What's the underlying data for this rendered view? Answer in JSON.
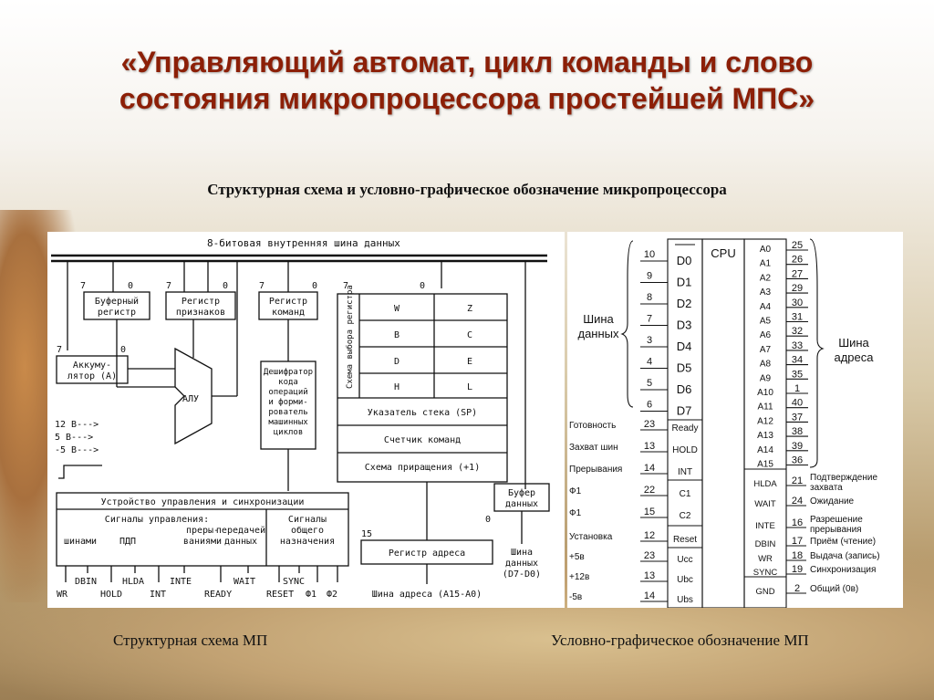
{
  "title": "«Управляющий автомат, цикл команды и слово состояния микропроцессора простейшей МПС»",
  "subtitle": "Структурная схема  и условно-графическое обозначение микропроцессора",
  "captions": {
    "left": "Структурная схема МП",
    "right": "Условно-графическое обозначение МП"
  },
  "left_diagram": {
    "bus_label": "8-битовая внутренняя шина данных",
    "buffer_register": [
      "Буферный",
      "регистр"
    ],
    "flags_register": [
      "Регистр",
      "признаков"
    ],
    "command_register": [
      "Регистр",
      "команд"
    ],
    "accumulator": [
      "Аккуму-",
      "лятор (А)"
    ],
    "alu": "АЛУ",
    "decoder": [
      "Дешифратор",
      "кода",
      "операций",
      "и форми-",
      "рователь",
      "машинных",
      "циклов"
    ],
    "register_select": "Схема выбора регистра",
    "regs": [
      [
        "W",
        "Z"
      ],
      [
        "B",
        "C"
      ],
      [
        "D",
        "E"
      ],
      [
        "H",
        "L"
      ]
    ],
    "stack_pointer": "Указатель стека (SP)",
    "program_counter": "Счетчик команд",
    "increment": "Схема приращения (+1)",
    "power": [
      "12 B--->",
      "5 B--->",
      "-5 B--->"
    ],
    "control_unit": "Устройство управления и синхронизации",
    "signals_control": "Сигналы управления:",
    "signals_common": [
      "Сигналы",
      "общего",
      "назначения"
    ],
    "col_buses": "шинами",
    "col_pdp": "ПДП",
    "col_interrupts": [
      "преры-",
      "ваниями"
    ],
    "col_transfer": [
      "передачей",
      "данных"
    ],
    "data_buffer": [
      "Буфер",
      "данных"
    ],
    "address_register": "Регистр адреса",
    "address_bus": "Шина адреса (А15-А0)",
    "data_bus": [
      "Шина",
      "данных",
      "(D7-D0)"
    ],
    "signals_row1": [
      "WR",
      "HOLD",
      "INT",
      "READY",
      "RESET",
      "Ф1",
      "Ф2"
    ],
    "signals_row2": [
      "DBIN",
      "HLDA",
      "INTE",
      "WAIT",
      "SYNC"
    ],
    "bit7": "7",
    "bit0": "0",
    "bit15": "15"
  },
  "right_diagram": {
    "cpu": "CPU",
    "data_pins": [
      {
        "pin": "10",
        "name": "D0"
      },
      {
        "pin": "9",
        "name": "D1"
      },
      {
        "pin": "8",
        "name": "D2"
      },
      {
        "pin": "7",
        "name": "D3"
      },
      {
        "pin": "3",
        "name": "D4"
      },
      {
        "pin": "4",
        "name": "D5"
      },
      {
        "pin": "5",
        "name": "D6"
      },
      {
        "pin": "6",
        "name": "D7"
      }
    ],
    "data_bus_label": [
      "Шина",
      "данных"
    ],
    "left_ctrl": [
      {
        "label": "Готовность",
        "pin": "23",
        "name": "Ready"
      },
      {
        "label": "Захват шин",
        "pin": "13",
        "name": "HOLD"
      },
      {
        "label": "Прерывания",
        "pin": "14",
        "name": "INT"
      },
      {
        "label": "Ф1",
        "pin": "22",
        "name": "C1"
      },
      {
        "label": "Ф1",
        "pin": "15",
        "name": "C2"
      },
      {
        "label": "Установка",
        "pin": "12",
        "name": "Reset"
      },
      {
        "label": "+5в",
        "pin": "23",
        "name": "Ucc"
      },
      {
        "label": "+12в",
        "pin": "13",
        "name": "Ubc"
      },
      {
        "label": "-5в",
        "pin": "14",
        "name": "Ubs"
      }
    ],
    "addr_pins": [
      {
        "name": "A0",
        "pin": "25"
      },
      {
        "name": "A1",
        "pin": "26"
      },
      {
        "name": "A2",
        "pin": "27"
      },
      {
        "name": "A3",
        "pin": "29"
      },
      {
        "name": "A4",
        "pin": "30"
      },
      {
        "name": "A5",
        "pin": "31"
      },
      {
        "name": "A6",
        "pin": "32"
      },
      {
        "name": "A7",
        "pin": "33"
      },
      {
        "name": "A8",
        "pin": "34"
      },
      {
        "name": "A9",
        "pin": "35"
      },
      {
        "name": "A10",
        "pin": "1"
      },
      {
        "name": "A11",
        "pin": "40"
      },
      {
        "name": "A12",
        "pin": "37"
      },
      {
        "name": "A13",
        "pin": "38"
      },
      {
        "name": "A14",
        "pin": "39"
      },
      {
        "name": "A15",
        "pin": "36"
      }
    ],
    "addr_bus_label": [
      "Шина",
      "адреса"
    ],
    "right_ctrl": [
      {
        "name": "HLDA",
        "pin": "21",
        "label": [
          "Подтверждение",
          "захвата"
        ]
      },
      {
        "name": "WAIT",
        "pin": "24",
        "label": [
          "Ожидание"
        ]
      },
      {
        "name": "INTE",
        "pin": "16",
        "label": [
          "Разрешение",
          "прерывания"
        ]
      },
      {
        "name": "DBIN",
        "pin": "17",
        "label": [
          "Приём  (чтение)"
        ]
      },
      {
        "name": "WR",
        "pin": "18",
        "label": [
          "Выдача (запись)"
        ]
      },
      {
        "name": "SYNC",
        "pin": "19",
        "label": [
          "Синхронизация"
        ]
      },
      {
        "name": "GND",
        "pin": "2",
        "label": [
          "Общий (0в)"
        ]
      }
    ]
  }
}
